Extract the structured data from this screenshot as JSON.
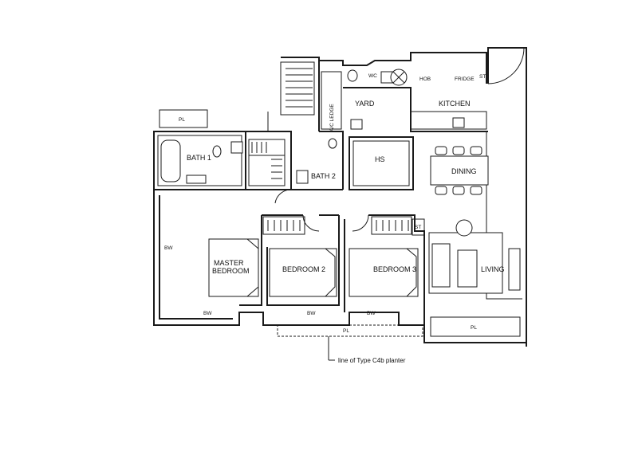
{
  "rooms": {
    "wc": "WC",
    "yard": "YARD",
    "kitchen": "KITCHEN",
    "ac_ledge": "A/C LEDGE",
    "bath1": "BATH 1",
    "bath2": "BATH 2",
    "hs": "HS",
    "dining": "DINING",
    "master_line1": "MASTER",
    "master_line2": "BEDROOM",
    "bedroom2": "BEDROOM 2",
    "bedroom3": "BEDROOM 3",
    "living": "LIVING"
  },
  "fixtures": {
    "hob": "HOB",
    "fridge": "FRIDGE",
    "st_kitchen": "ST",
    "st_bedroom3": "ST"
  },
  "zones": {
    "pl_top": "PL",
    "bw_left": "BW",
    "bw_bottom1": "BW",
    "bw_bottom2": "BW",
    "bw_bottom3": "BW",
    "pl_bottom": "PL",
    "pl_right": "PL"
  },
  "annotation": {
    "planter_note": "line of Type C4b planter"
  }
}
